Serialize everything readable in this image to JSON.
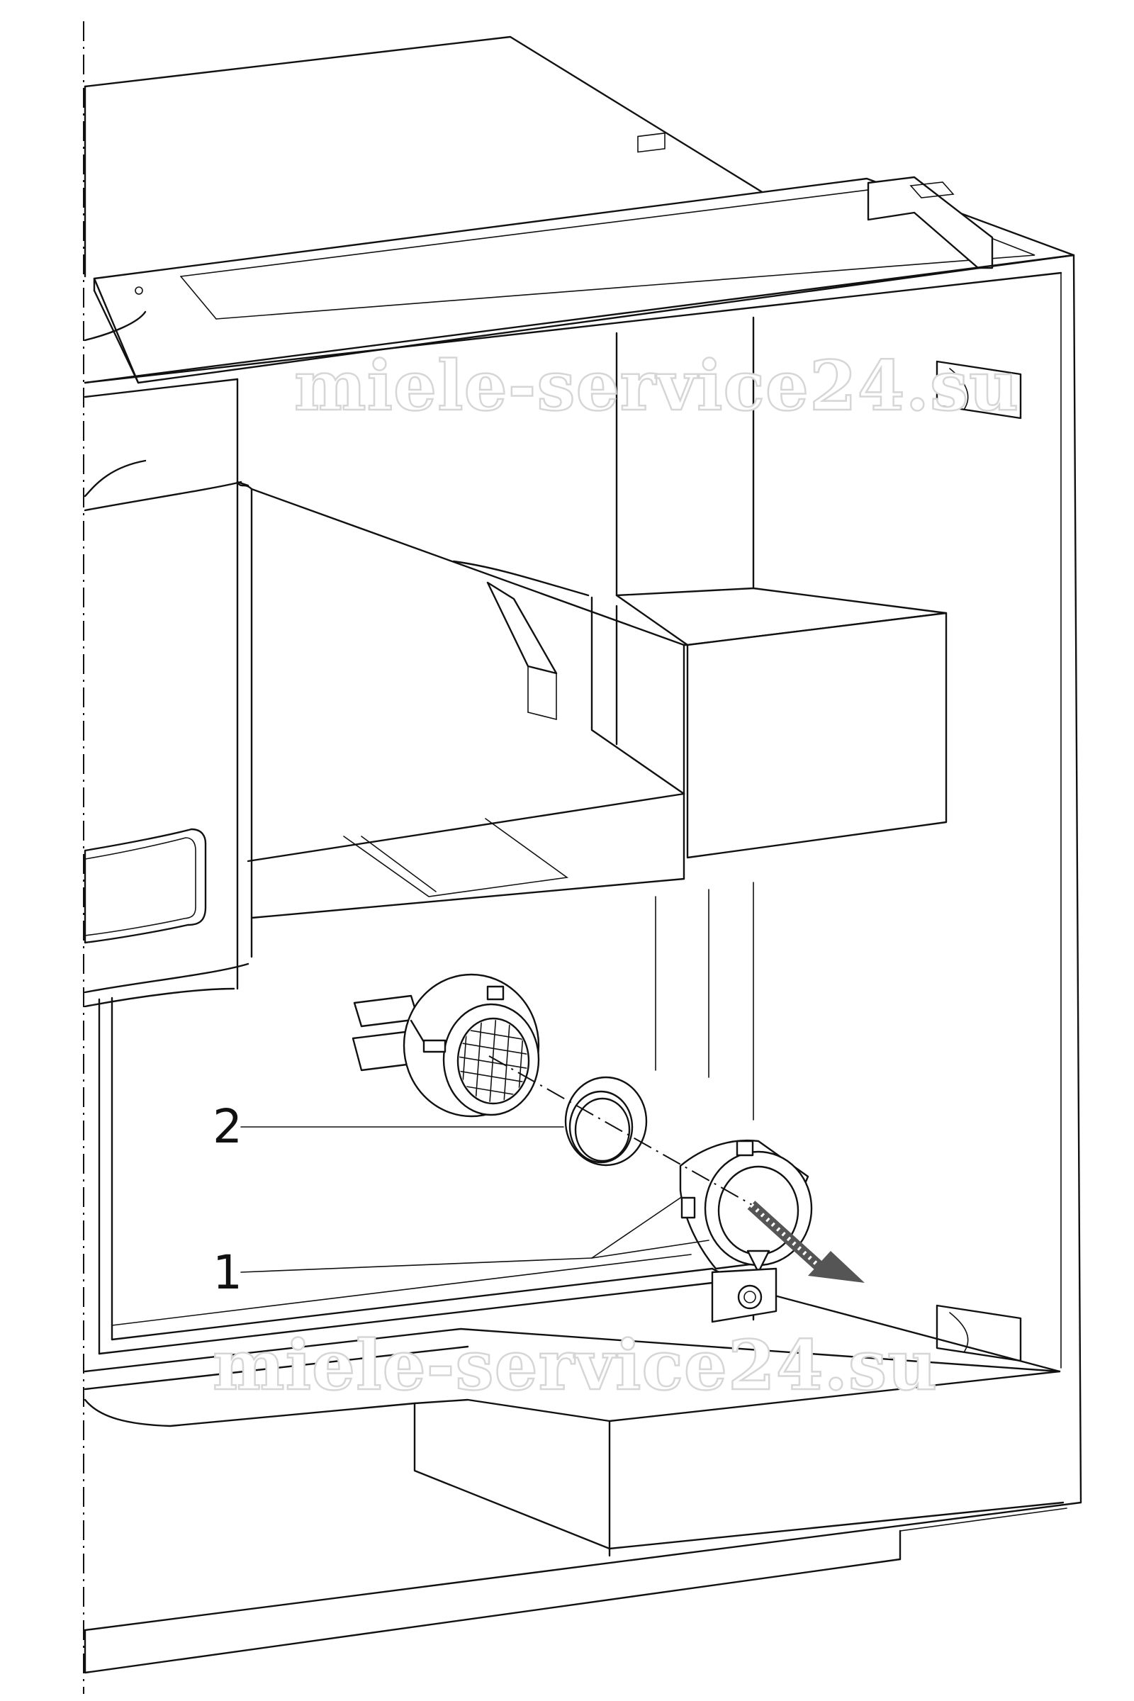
{
  "watermark": {
    "text": "miele-service24.su",
    "color": "#d6d6d6"
  },
  "callouts": {
    "one": "1",
    "two": "2"
  },
  "colors": {
    "line": "#111111",
    "background": "#ffffff",
    "arrow": "#555555"
  }
}
